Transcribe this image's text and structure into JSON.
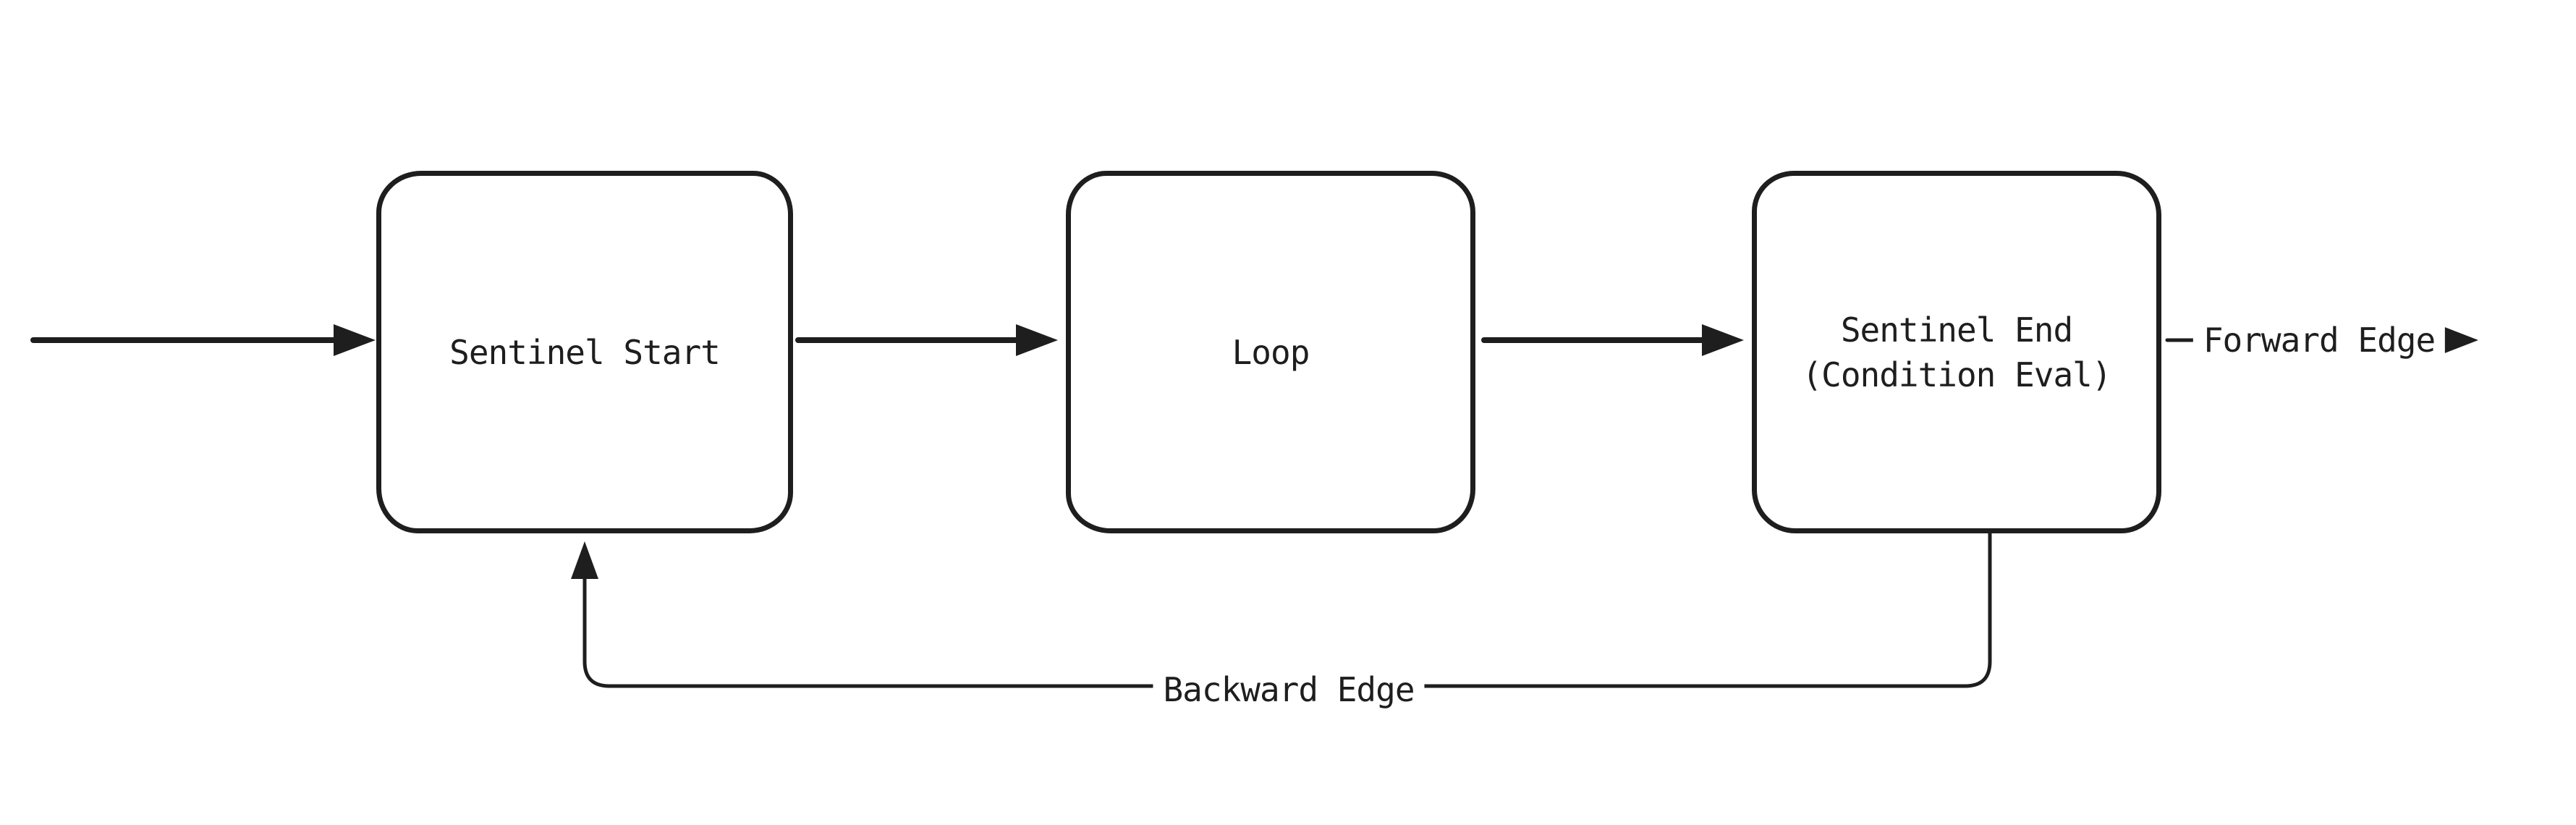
{
  "colors": {
    "stroke": "#1e1e1e",
    "background": "#ffffff"
  },
  "nodes": [
    {
      "id": "sentinel-start",
      "label": "Sentinel Start"
    },
    {
      "id": "loop",
      "label": "Loop"
    },
    {
      "id": "sentinel-end",
      "label_line1": "Sentinel End",
      "label_line2": "(Condition Eval)"
    }
  ],
  "edges": {
    "entry": {
      "from": "start",
      "to": "sentinel-start"
    },
    "start_to_loop": {
      "from": "sentinel-start",
      "to": "loop"
    },
    "loop_to_end": {
      "from": "loop",
      "to": "sentinel-end"
    },
    "forward": {
      "from": "sentinel-end",
      "to": "exit",
      "label": "Forward Edge"
    },
    "backward": {
      "from": "sentinel-end",
      "to": "sentinel-start",
      "label": "Backward Edge"
    }
  }
}
